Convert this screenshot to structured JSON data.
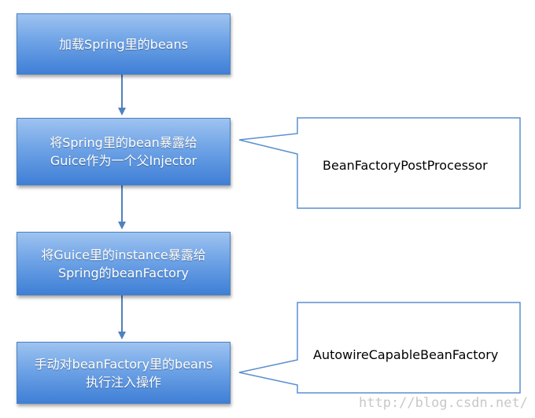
{
  "steps": [
    {
      "lines": [
        "加载Spring里的beans"
      ]
    },
    {
      "lines": [
        "将Spring里的bean暴露给",
        "Guice作为一个父Injector"
      ]
    },
    {
      "lines": [
        "将Guice里的instance暴露给",
        "Spring的beanFactory"
      ]
    },
    {
      "lines": [
        "手动对beanFactory里的beans",
        "执行注入操作"
      ]
    }
  ],
  "callouts": [
    {
      "text": "BeanFactoryPostProcessor"
    },
    {
      "text": "AutowireCapableBeanFactory"
    }
  ],
  "watermark": "http://blog.csdn.net/",
  "colors": {
    "box_top": "#9ec3f0",
    "box_bottom": "#3f7fd6",
    "box_border": "#4f81bd",
    "arrow": "#4f81bd",
    "callout_border": "#5b8fd0"
  }
}
